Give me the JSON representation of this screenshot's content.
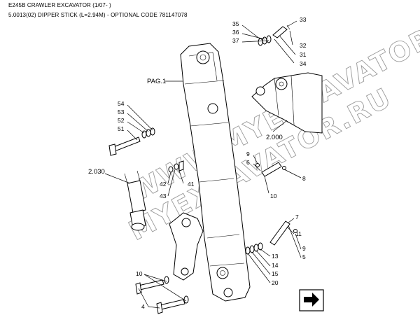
{
  "header": {
    "model": "E245B CRAWLER EXCAVATOR (1/07- )",
    "section": "5.0013(02) DIPPER STICK (L=2.94M) - OPTIONAL CODE 781147078"
  },
  "watermark": {
    "line1": "WWW.MYEXCAVATOR.RU",
    "line2": "MYEXCAVATOR.RU"
  },
  "callouts": {
    "c33": "33",
    "c35": "35",
    "c36": "36",
    "c37": "37",
    "c32": "32",
    "c31": "31",
    "c34": "34",
    "pag1": "PAG.1",
    "c54": "54",
    "c53": "53",
    "c52": "52",
    "c51": "51",
    "c2000": "2.000",
    "c2030": "2.030",
    "c9a": "9",
    "c6": "6",
    "c8": "8",
    "c10a": "10",
    "c42": "42",
    "c41": "41",
    "c43": "43",
    "c7": "7",
    "c11": "11",
    "c9b": "9",
    "c13": "13",
    "c5": "5",
    "c14": "14",
    "c15": "15",
    "c20": "20",
    "c10b": "10",
    "c4": "4"
  },
  "icons": {
    "nav": "next-page-arrow-icon"
  }
}
